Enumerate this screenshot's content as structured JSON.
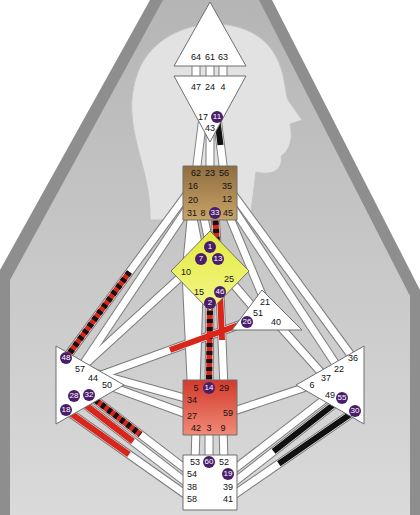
{
  "diagram": {
    "nodes": [
      {
        "text": [
          "64",
          "61",
          "63"
        ]
      },
      {
        "text": [
          "47",
          "24",
          "4",
          "17",
          "11",
          "43"
        ]
      },
      {
        "text": [
          "62",
          "23",
          "56",
          "16",
          "35",
          "20",
          "12",
          "31",
          "8",
          "33",
          "45"
        ]
      },
      {
        "text": [
          "1",
          "7",
          "13",
          "10",
          "25",
          "15",
          "46",
          "2"
        ]
      },
      {
        "text": [
          "21",
          "51",
          "26",
          "40"
        ]
      },
      {
        "text": [
          "48",
          "57",
          "44",
          "50",
          "28",
          "32",
          "18"
        ]
      },
      {
        "text": [
          "36",
          "22",
          "37",
          "6",
          "49",
          "55",
          "30"
        ]
      },
      {
        "text": [
          "5",
          "14",
          "29",
          "34",
          "27",
          "59",
          "42",
          "3",
          "9"
        ]
      },
      {
        "text": [
          "53",
          "60",
          "52",
          "54",
          "19",
          "38",
          "39",
          "58",
          "41"
        ]
      }
    ],
    "edges": [
      {
        "from": 0,
        "to": 1,
        "arrow": "none"
      },
      {
        "from": 0,
        "to": 1,
        "arrow": "none"
      },
      {
        "from": 0,
        "to": 1,
        "arrow": "none"
      },
      {
        "from": 1,
        "to": 2,
        "arrow": "none"
      },
      {
        "from": 1,
        "to": 2,
        "arrow": "none"
      },
      {
        "from": 1,
        "to": 2,
        "arrow": "none"
      },
      {
        "from": 2,
        "to": 3,
        "arrow": "none"
      },
      {
        "from": 2,
        "to": 3,
        "arrow": "none"
      },
      {
        "from": 2,
        "to": 3,
        "arrow": "none"
      },
      {
        "from": 2,
        "to": 3,
        "arrow": "none"
      },
      {
        "from": 2,
        "to": 4,
        "arrow": "none"
      },
      {
        "from": 2,
        "to": 5,
        "arrow": "none"
      },
      {
        "from": 2,
        "to": 5,
        "arrow": "none"
      },
      {
        "from": 2,
        "to": 7,
        "arrow": "none"
      },
      {
        "from": 2,
        "to": 6,
        "arrow": "none"
      },
      {
        "from": 2,
        "to": 6,
        "arrow": "none"
      },
      {
        "from": 3,
        "to": 5,
        "arrow": "none"
      },
      {
        "from": 3,
        "to": 7,
        "arrow": "none"
      },
      {
        "from": 3,
        "to": 7,
        "arrow": "none"
      },
      {
        "from": 3,
        "to": 7,
        "arrow": "none"
      },
      {
        "from": 3,
        "to": 7,
        "arrow": "none"
      },
      {
        "from": 3,
        "to": 4,
        "arrow": "none"
      },
      {
        "from": 4,
        "to": 5,
        "arrow": "none"
      },
      {
        "from": 4,
        "to": 6,
        "arrow": "none"
      },
      {
        "from": 5,
        "to": 7,
        "arrow": "none"
      },
      {
        "from": 5,
        "to": 7,
        "arrow": "none"
      },
      {
        "from": 5,
        "to": 8,
        "arrow": "none"
      },
      {
        "from": 5,
        "to": 8,
        "arrow": "none"
      },
      {
        "from": 5,
        "to": 8,
        "arrow": "none"
      },
      {
        "from": 7,
        "to": 8,
        "arrow": "none"
      },
      {
        "from": 7,
        "to": 8,
        "arrow": "none"
      },
      {
        "from": 7,
        "to": 8,
        "arrow": "none"
      },
      {
        "from": 7,
        "to": 6,
        "arrow": "none"
      },
      {
        "from": 6,
        "to": 8,
        "arrow": "none"
      },
      {
        "from": 6,
        "to": 8,
        "arrow": "none"
      },
      {
        "from": 6,
        "to": 8,
        "arrow": "none"
      }
    ]
  }
}
